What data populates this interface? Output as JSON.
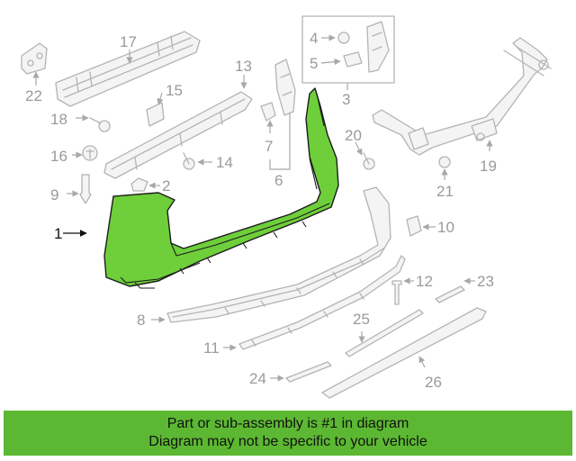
{
  "callouts": {
    "c1": "1",
    "c2": "2",
    "c3": "3",
    "c4": "4",
    "c5": "5",
    "c6": "6",
    "c7": "7",
    "c8": "8",
    "c9": "9",
    "c10": "10",
    "c11": "11",
    "c12": "12",
    "c13": "13",
    "c14": "14",
    "c15": "15",
    "c16": "16",
    "c17": "17",
    "c18": "18",
    "c19": "19",
    "c20": "20",
    "c21": "21",
    "c22": "22",
    "c23": "23",
    "c24": "24",
    "c25": "25",
    "c26": "26"
  },
  "highlight": {
    "part": "1",
    "color": "#6ecf3a"
  },
  "banner": {
    "line1": "Part or sub-assembly is #1 in diagram",
    "line2": "Diagram may not be specific to your vehicle",
    "color": "#5cb832"
  }
}
